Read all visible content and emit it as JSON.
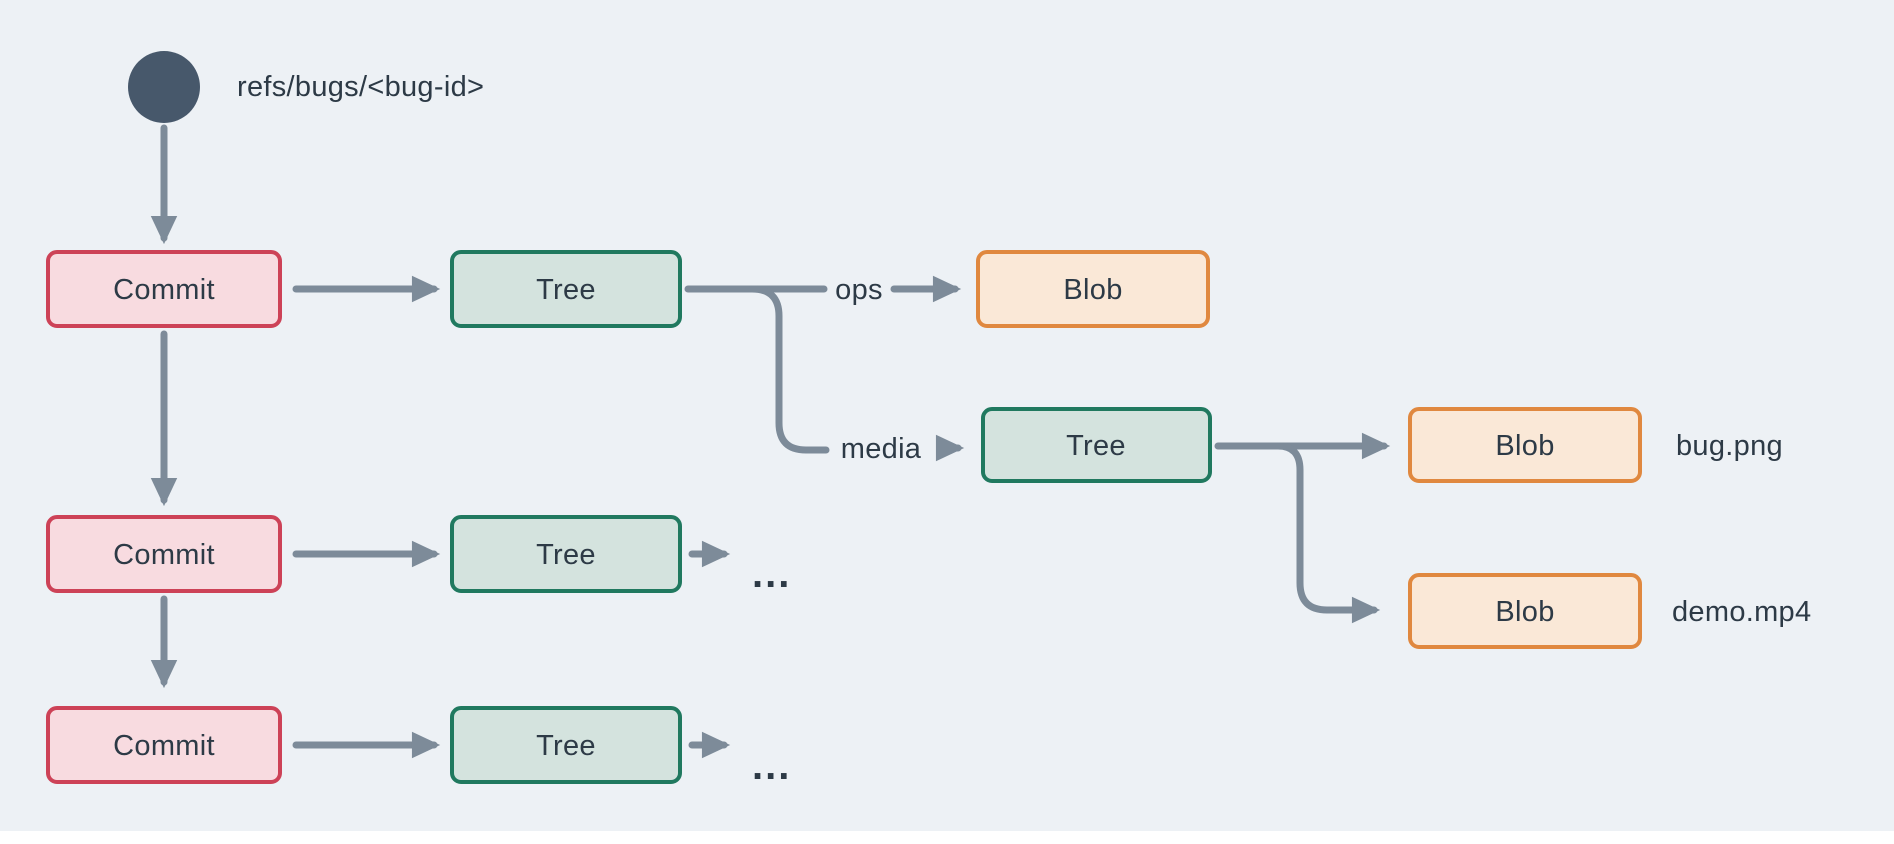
{
  "colors": {
    "background": "#edf1f5",
    "bottom_strip": "#ffffff",
    "arrow": "#7d8b99",
    "ref_dot": "#47586b",
    "text": "#2d3a46",
    "commit_fill": "#f8dbe0",
    "commit_border": "#cd4257",
    "tree_fill": "#d4e3de",
    "tree_border": "#20795f",
    "blob_fill": "#fae8d7",
    "blob_border": "#e0883f"
  },
  "ref": {
    "label": "refs/bugs/<bug-id>"
  },
  "node_labels": {
    "commit": "Commit",
    "tree": "Tree",
    "blob": "Blob"
  },
  "edge_labels": {
    "ops": "ops",
    "media": "media"
  },
  "file_labels": {
    "bug": "bug.png",
    "demo": "demo.mp4"
  },
  "ellipsis": "..."
}
